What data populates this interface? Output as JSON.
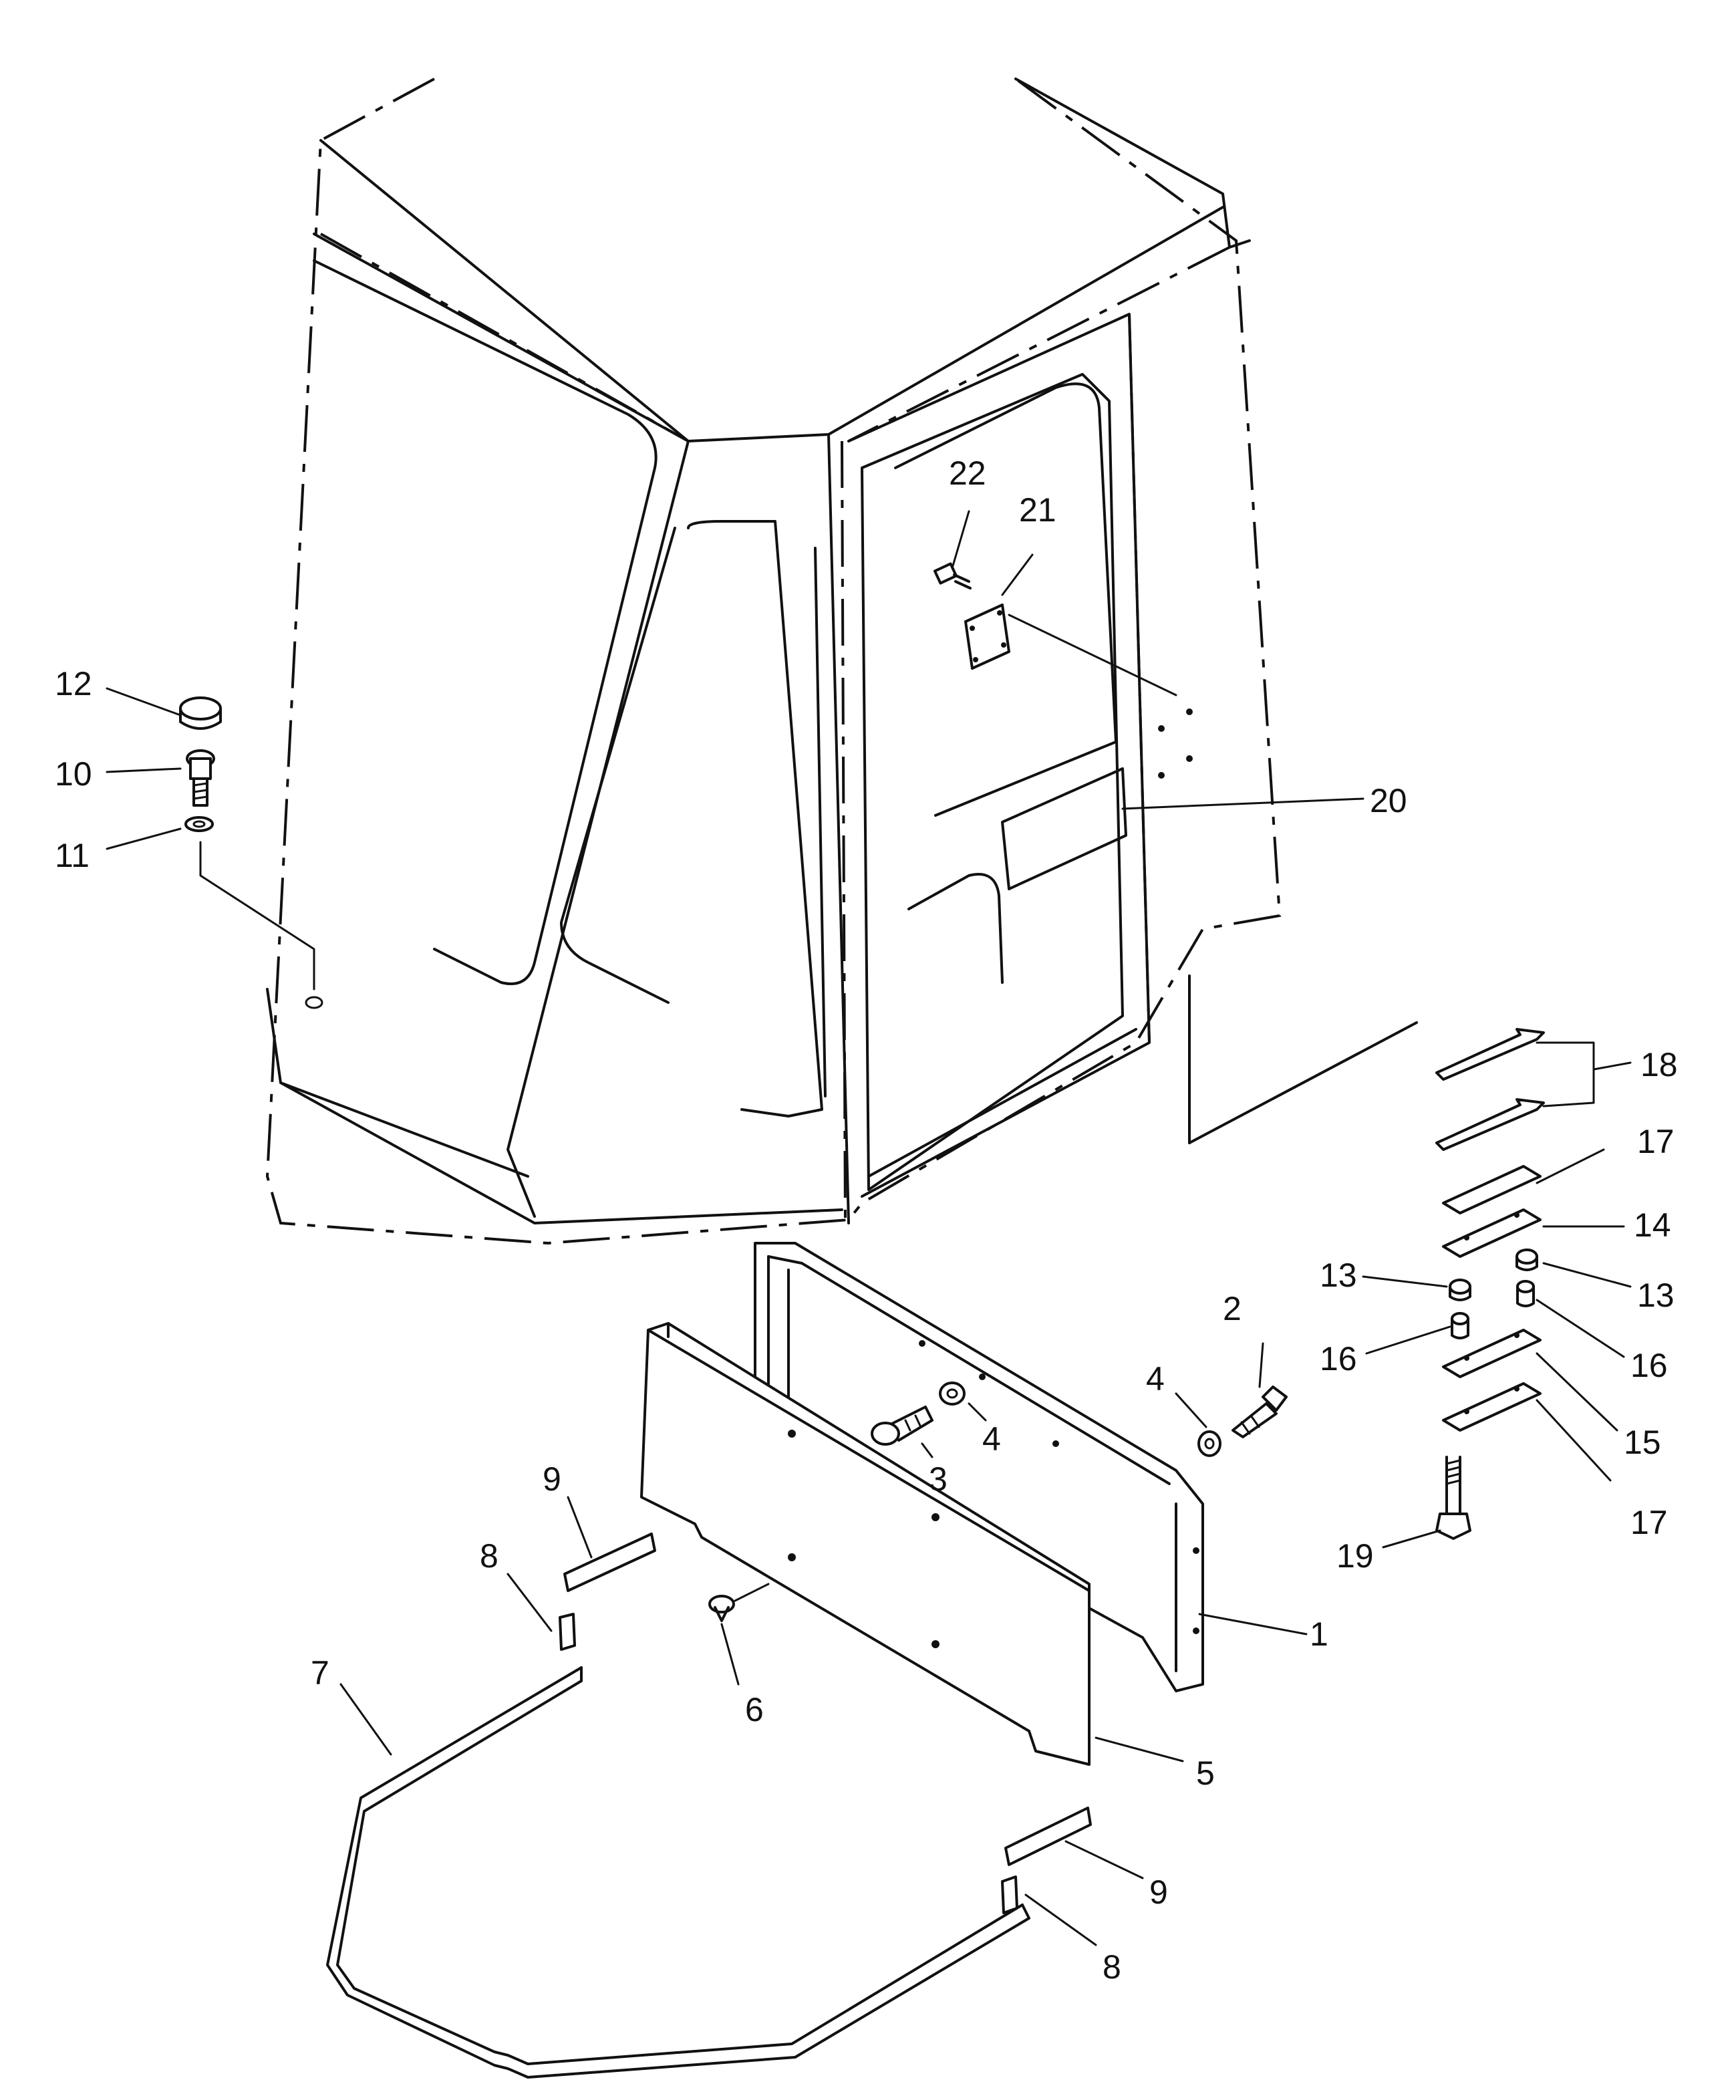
{
  "diagram": {
    "callouts": [
      {
        "id": "c1",
        "label": "1"
      },
      {
        "id": "c2",
        "label": "2"
      },
      {
        "id": "c3",
        "label": "3"
      },
      {
        "id": "c4a",
        "label": "4"
      },
      {
        "id": "c4b",
        "label": "4"
      },
      {
        "id": "c5",
        "label": "5"
      },
      {
        "id": "c6",
        "label": "6"
      },
      {
        "id": "c7",
        "label": "7"
      },
      {
        "id": "c8a",
        "label": "8"
      },
      {
        "id": "c8b",
        "label": "8"
      },
      {
        "id": "c9a",
        "label": "9"
      },
      {
        "id": "c9b",
        "label": "9"
      },
      {
        "id": "c10",
        "label": "10"
      },
      {
        "id": "c11",
        "label": "11"
      },
      {
        "id": "c12",
        "label": "12"
      },
      {
        "id": "c13a",
        "label": "13"
      },
      {
        "id": "c13b",
        "label": "13"
      },
      {
        "id": "c14",
        "label": "14"
      },
      {
        "id": "c15",
        "label": "15"
      },
      {
        "id": "c16a",
        "label": "16"
      },
      {
        "id": "c16b",
        "label": "16"
      },
      {
        "id": "c17a",
        "label": "17"
      },
      {
        "id": "c17b",
        "label": "17"
      },
      {
        "id": "c18",
        "label": "18"
      },
      {
        "id": "c19",
        "label": "19"
      },
      {
        "id": "c20",
        "label": "20"
      },
      {
        "id": "c21",
        "label": "21"
      },
      {
        "id": "c22",
        "label": "22"
      }
    ]
  }
}
